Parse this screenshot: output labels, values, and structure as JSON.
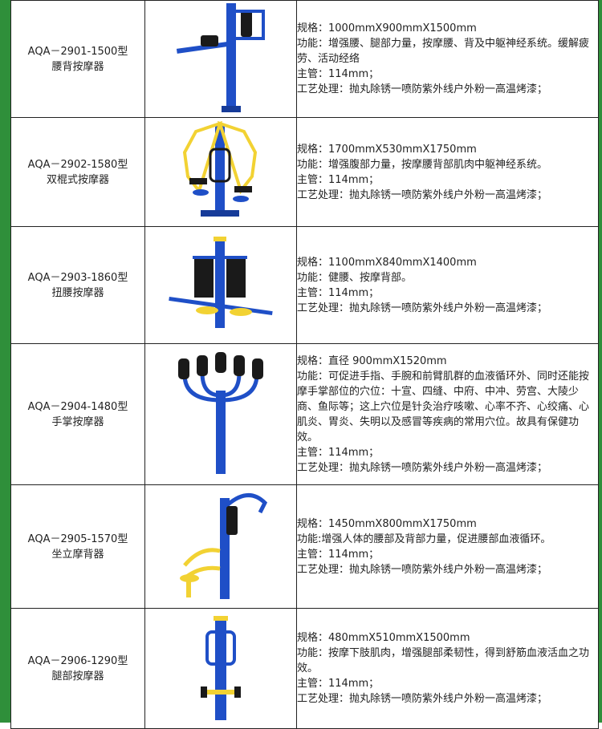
{
  "products": [
    {
      "code": "AQA－2901-1500型",
      "name": "腰背按摩器",
      "picture": "waist-back-massager-icon",
      "spec": "规格：1000mmX900mmX1500mm",
      "function": "功能：增强腰、腿部力量，按摩腰、背及中躯神经系统。缓解疲劳、活动经络",
      "pipe": "主管：114mm；",
      "process": "工艺处理：抛丸除锈一喷防紫外线户外粉一高温烤漆；"
    },
    {
      "code": "AQA－2902-1580型",
      "name": "双棍式按摩器",
      "picture": "double-roller-massager-icon",
      "spec": "规格：1700mmX530mmX1750mm",
      "function": "功能：增强腹部力量，按摩腰背部肌肉中躯神经系统。",
      "pipe": "主管：114mm；",
      "process": "工艺处理：抛丸除锈一喷防紫外线户外粉一高温烤漆；"
    },
    {
      "code": "AQA－2903-1860型",
      "name": "扭腰按摩器",
      "picture": "waist-twist-massager-icon",
      "spec": "规格：1100mmX840mmX1400mm",
      "function": "功能：健腰、按摩背部。",
      "pipe": "主管：114mm；",
      "process": "工艺处理：抛丸除锈一喷防紫外线户外粉一高温烤漆；"
    },
    {
      "code": "AQA－2904-1480型",
      "name": "手掌按摩器",
      "picture": "palm-massager-icon",
      "spec": "规格：直径 900mmX1520mm",
      "function": "功能：可促进手指、手腕和前臂肌群的血液循环外、同时还能按摩手掌部位的穴位：十宣、四缝、中府、中冲、劳宫、大陵少商、鱼际等；这上穴位是针灸治疗咳嗽、心率不齐、心绞痛、心肌炎、胃炎、失明以及感冒等疾病的常用穴位。故具有保健功效。",
      "pipe": "主管：114mm；",
      "process": "工艺处理：抛丸除锈一喷防紫外线户外粉一高温烤漆；"
    },
    {
      "code": "AQA－2905-1570型",
      "name": "坐立摩背器",
      "picture": "seated-back-rubber-icon",
      "spec": "规格：1450mmX800mmX1750mm",
      "function": "功能:增强人体的腰部及背部力量，促进腰部血液循环。",
      "pipe": "主管：114mm；",
      "process": "工艺处理：抛丸除锈一喷防紫外线户外粉一高温烤漆；"
    },
    {
      "code": "AQA－2906-1290型",
      "name": "腿部按摩器",
      "picture": "leg-massager-icon",
      "spec": "规格：480mmX510mmX1500mm",
      "function": "功能：按摩下肢肌肉，增强腿部柔韧性，得到舒筋血液活血之功效。",
      "pipe": "主管：114mm；",
      "process": "工艺处理：抛丸除锈一喷防紫外线户外粉一高温烤漆；"
    }
  ],
  "colors": {
    "equipment_blue": "#1f4fc7",
    "accent_yellow": "#f2d233",
    "frame_green": "#2f8f3a"
  }
}
